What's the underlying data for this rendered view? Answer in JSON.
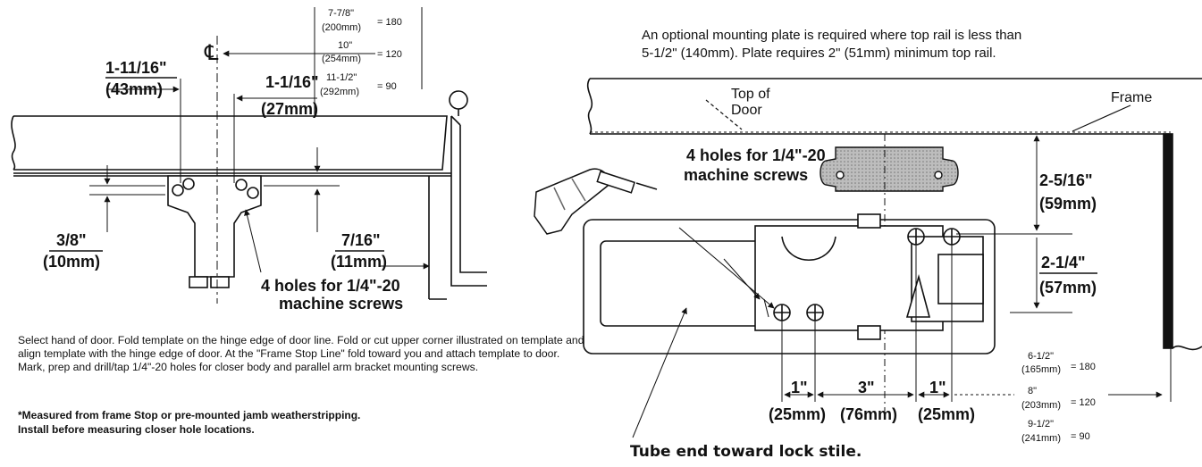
{
  "left": {
    "dim_top": {
      "a": "7-7/8\"",
      "a_mm": "(200mm)",
      "a_deg": "= 180",
      "b": "10\"",
      "b_mm": "(254mm)",
      "b_deg": "= 120",
      "c": "11-1/2\"",
      "c_mm": "(292mm)",
      "c_deg": "= 90"
    },
    "centerline_symbol": "℄",
    "dim_1_11_16": "1-11/16\"",
    "dim_43mm": "(43mm)",
    "dim_1_1_16": "1-1/16\"",
    "dim_27mm": "(27mm)",
    "dim_3_8": "3/8\"",
    "dim_10mm": "(10mm)",
    "dim_7_16": "7/16\"",
    "dim_11mm": "(11mm)",
    "holes_label_1": "4 holes for 1/4\"-20",
    "holes_label_2": "machine screws",
    "instructions": "Select hand of door. Fold template on the hinge edge of door line. Fold or cut upper corner illustrated on template and align template with the hinge edge of door. At the \"Frame Stop Line\" fold toward you and attach template to door. Mark, prep and drill/tap 1/4\"-20 holes for closer body and parallel arm bracket mounting screws.",
    "footnote_1": "*Measured from frame Stop or pre-mounted jamb weatherstripping.",
    "footnote_2": "Install before measuring closer hole locations."
  },
  "right": {
    "top_note_1": "An optional mounting plate is required where top rail is less than",
    "top_note_2": "5-1/2\" (140mm).  Plate requires 2\" (51mm) minimum top rail.",
    "top_of_door_1": "Top of",
    "top_of_door_2": "Door",
    "frame_label": "Frame",
    "holes_label_1": "4 holes for 1/4\"-20",
    "holes_label_2": "machine screws",
    "dim_2_5_16": "2-5/16\"",
    "dim_59mm": "(59mm)",
    "dim_2_1_4": "2-1/4\"",
    "dim_57mm": "(57mm)",
    "bottom_dims": [
      {
        "in": "1\"",
        "mm": "(25mm)"
      },
      {
        "in": "3\"",
        "mm": "(76mm)"
      },
      {
        "in": "1\"",
        "mm": "(25mm)"
      }
    ],
    "dim_side": {
      "a": "6-1/2\"",
      "a_mm": "(165mm)",
      "a_deg": "= 180",
      "b": "8\"",
      "b_mm": "(203mm)",
      "b_deg": "= 120",
      "c": "9-1/2\"",
      "c_mm": "(241mm)",
      "c_deg": "= 90"
    },
    "tube_note": "Tube end toward lock stile."
  }
}
